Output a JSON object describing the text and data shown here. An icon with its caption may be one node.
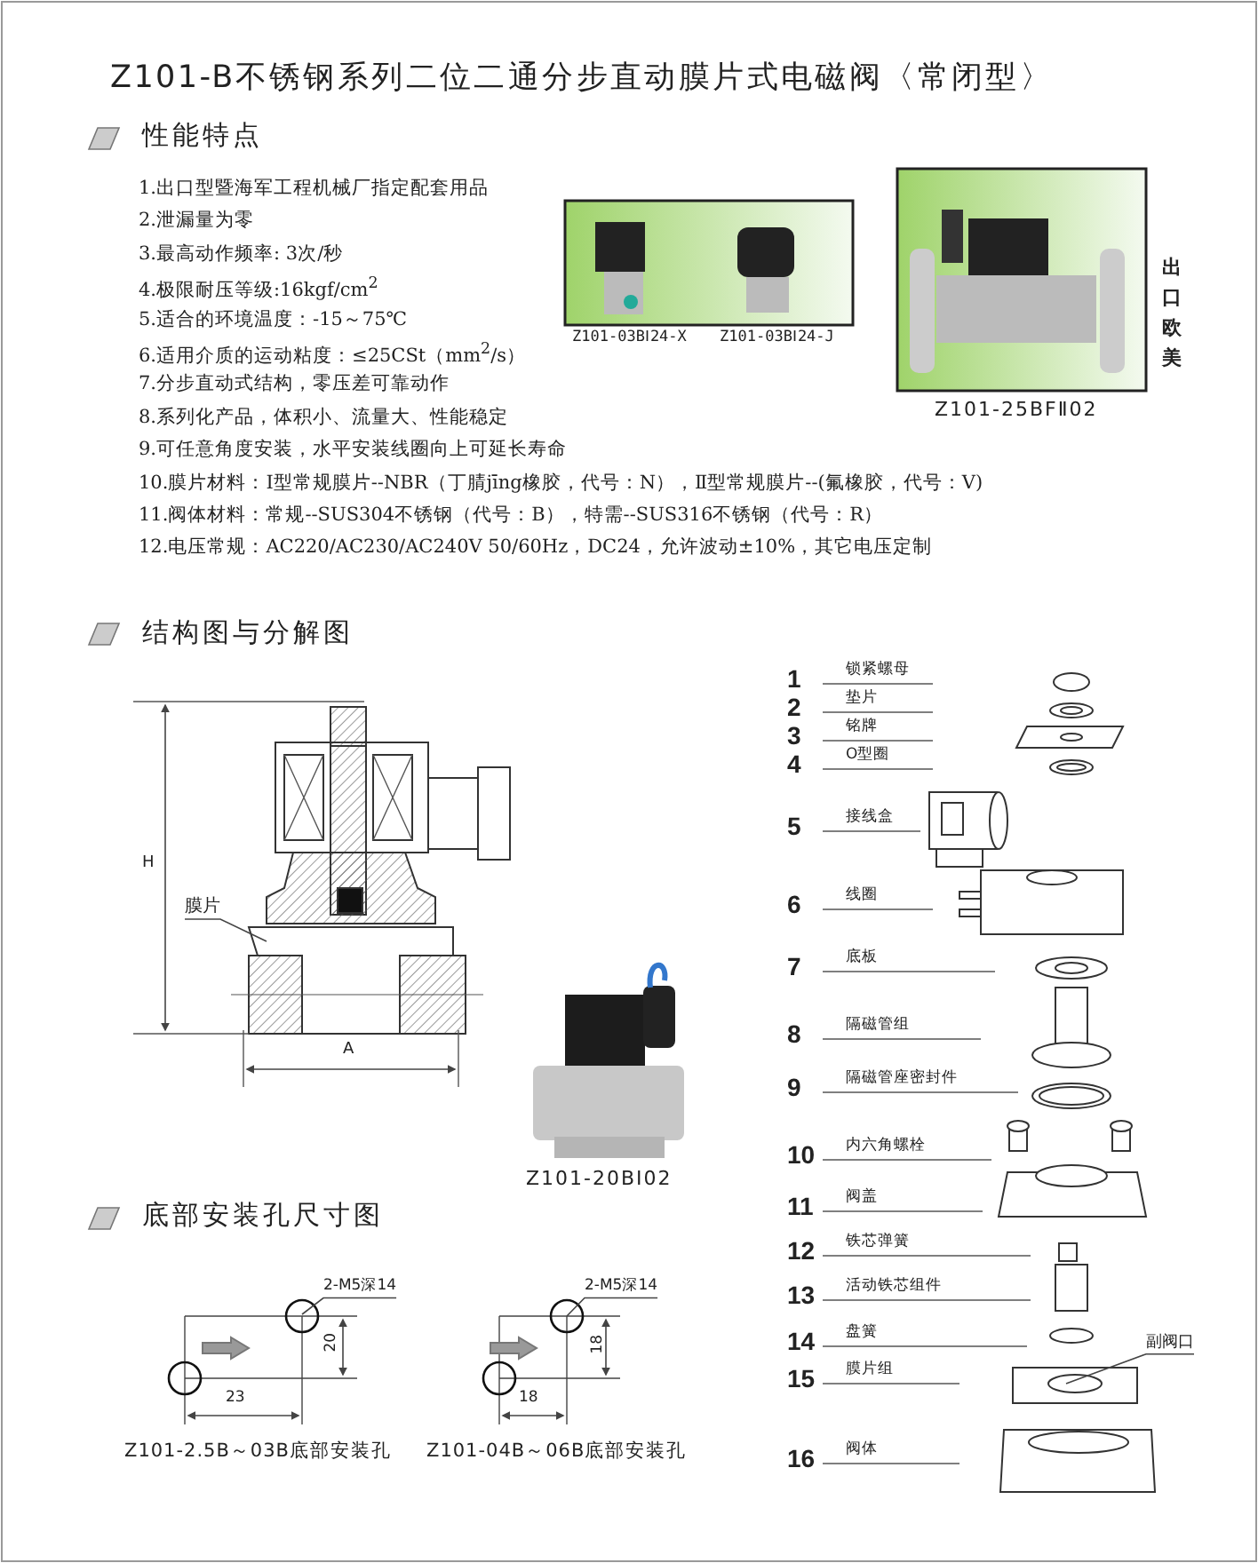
{
  "diagram": {
    "title": "Z101-B不锈钢系列二位二通分步直动膜片式电磁阀〈常闭型〉",
    "nodes": [
      {
        "text": [
          "膜片"
        ]
      },
      {
        "text": [
          "副阀口"
        ]
      },
      {
        "text": [
          "2-M5深14"
        ]
      },
      {
        "text": [
          "2-M5深14"
        ]
      }
    ],
    "edges": [
      {
        "from": 0,
        "to": null,
        "arrow": "none"
      },
      {
        "from": 1,
        "to": null,
        "arrow": "none"
      },
      {
        "from": 2,
        "to": null,
        "arrow": "none"
      },
      {
        "from": 3,
        "to": null,
        "arrow": "none"
      }
    ],
    "labels": [
      "性能特点",
      "1.出口型暨海军工程机械厂指定配套用品",
      "2.泄漏量为零",
      "3.最高动作频率: 3次/秒",
      "4.极限耐压等级:16kgf/cm$^{2}$",
      "5.适合的环境温度：-15～75℃",
      "6.适用介质的运动粘度：≤25CSt（mm$^{2}$/s）",
      "7.分步直动式结构，零压差可靠动作",
      "8.系列化产品，体积小、流量大、性能稳定",
      "9.可任意角度安装，水平安装线圈向上可延长寿命",
      "10.膜片材料：Ⅰ型常规膜片--NBR（丁腈jīng橡胶，代号：N），Ⅱ型常规膜片--(氟橡胶，代号：V)",
      "11.阀体材料：常规--SUS304不锈钢（代号：B），特需--SUS316不锈钢（代号：R）",
      "12.电压常规：AC220/AC230/AC240V 50/60Hz，DC24，允许波动±10%，其它电压定制",
      "Z101-03BⅠ24-X",
      "Z101-03BⅠ24-J",
      "Z101-25BFⅡ02",
      "出口欧美",
      "结构图与分解图",
      "H",
      "A",
      "Z101-20BⅠ02",
      "1",
      "锁紧螺母",
      "2",
      "垫片",
      "3",
      "铭牌",
      "4",
      "O型圈",
      "5",
      "接线盒",
      "6",
      "线圈",
      "7",
      "底板",
      "8",
      "隔磁管组",
      "9",
      "隔磁管座密封件",
      "10",
      "内六角螺栓",
      "11",
      "阀盖",
      "12",
      "铁芯弹簧",
      "13",
      "活动铁芯组件",
      "14",
      "盘簧",
      "15",
      "膜片组",
      "16",
      "阀体",
      "底部安装孔尺寸图",
      "20",
      "23",
      "Z101-2.5B～03B底部安装孔",
      "18",
      "18",
      "Z101-04B～06B底部安装孔"
    ]
  }
}
